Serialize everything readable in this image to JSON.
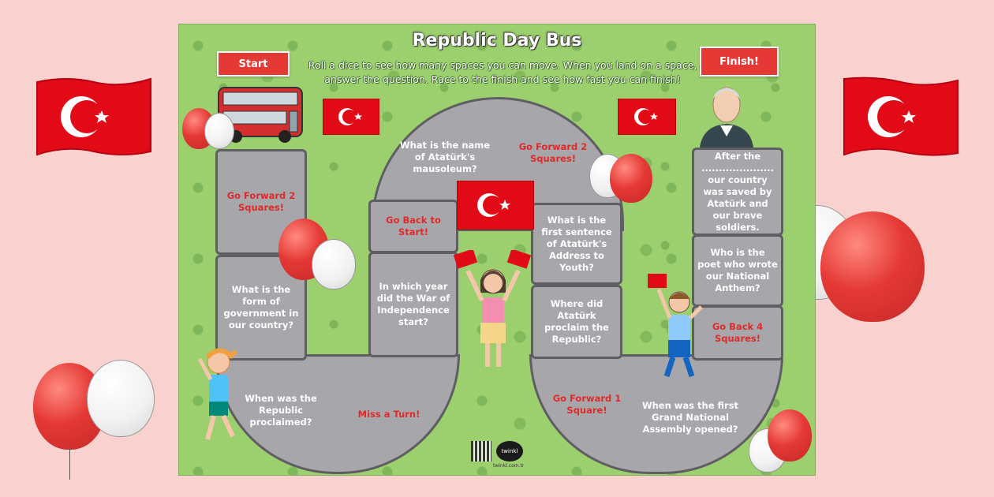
{
  "game": {
    "title": "Republic Day Bus",
    "instructions": "Roll a dice to see how many spaces you can move. When you land on a space, answer the question. Race to the finish and see how fast you can finish!",
    "start_label": "Start",
    "finish_label": "Finish!"
  },
  "squares": {
    "s1": "Go Forward 2 Squares!",
    "s2": "What is the form of government in our country?",
    "s3": "When was the Republic proclaimed?",
    "s4": "Miss a Turn!",
    "s5": "In which year did the War of Independence start?",
    "s6": "Go Back to Start!",
    "s7": "What is the name of Atatürk's mausoleum?",
    "s8": "Go Forward 2 Squares!",
    "s9": "What is the first sentence of Atatürk's Address to Youth?",
    "s10": "Where did Atatürk proclaim the Republic?",
    "s11": "Go Forward 1 Square!",
    "s12": "When was the first Grand National Assembly opened?",
    "s13": "Go Back 4 Squares!",
    "s14": "Who is the poet who wrote our National Anthem?",
    "s15": "After the ..................... our country was saved by Atatürk and our brave soldiers."
  },
  "footer": {
    "brand": "twinkl",
    "url": "twinkl.com.tr"
  },
  "colors": {
    "flag_red": "#e30a17",
    "board_green": "#9ccf6e",
    "square_gray": "#a7a7ab",
    "accent_red": "#e53935"
  },
  "icons": [
    "turkish-flag-icon",
    "bus-icon",
    "balloon-icon",
    "qr-code-icon",
    "twinkl-logo-icon"
  ]
}
